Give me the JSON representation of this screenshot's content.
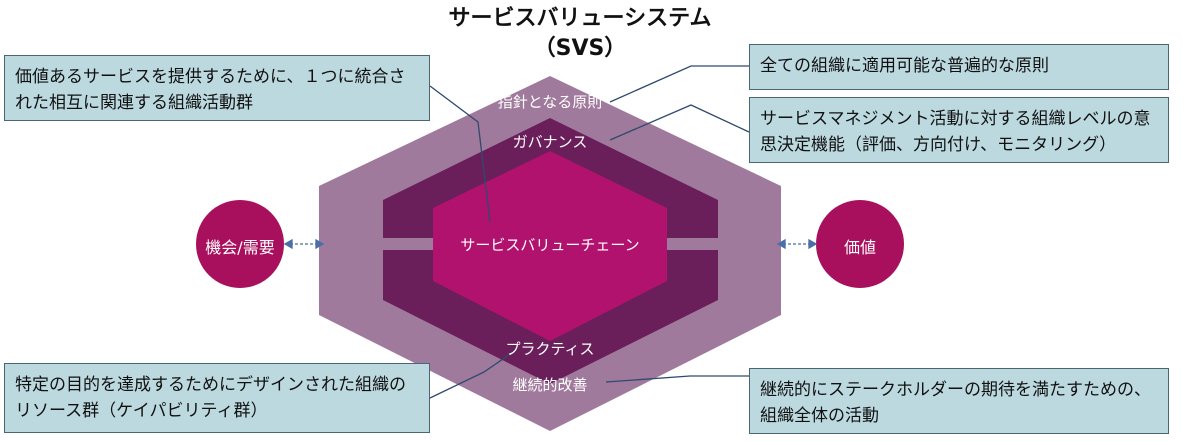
{
  "title": {
    "line1": "サービスバリューシステム",
    "line2": "（SVS）"
  },
  "layers": {
    "outer": "指針となる原則",
    "governance": "ガバナンス",
    "chain": "サービスバリューチェーン",
    "practices": "プラクティス",
    "improvement": "継続的改善"
  },
  "inputs": {
    "left": "機会/需要",
    "right": "価値"
  },
  "callouts": {
    "svs_desc": "価値あるサービスを提供するために、１つに統合された相互に関連する組織活動群",
    "principles_desc": "全ての組織に適用可能な普遍的な原則",
    "governance_desc": "サービスマネジメント活動に対する組織レベルの意思決定機能（評価、方向付け、モニタリング）",
    "practices_desc": "特定の目的を達成するためにデザインされた組織のリソース群（ケイパビリティ群）",
    "improvement_desc": "継続的にステークホルダーの期待を満たすための、組織全体の活動"
  },
  "colors": {
    "outer_hex": "#a07a9c",
    "middle_hex": "#6a1f5a",
    "inner_hex": "#b0126e",
    "circle": "#a8105e",
    "callout_bg": "#bcd9e0",
    "callout_border": "#4a6670"
  }
}
